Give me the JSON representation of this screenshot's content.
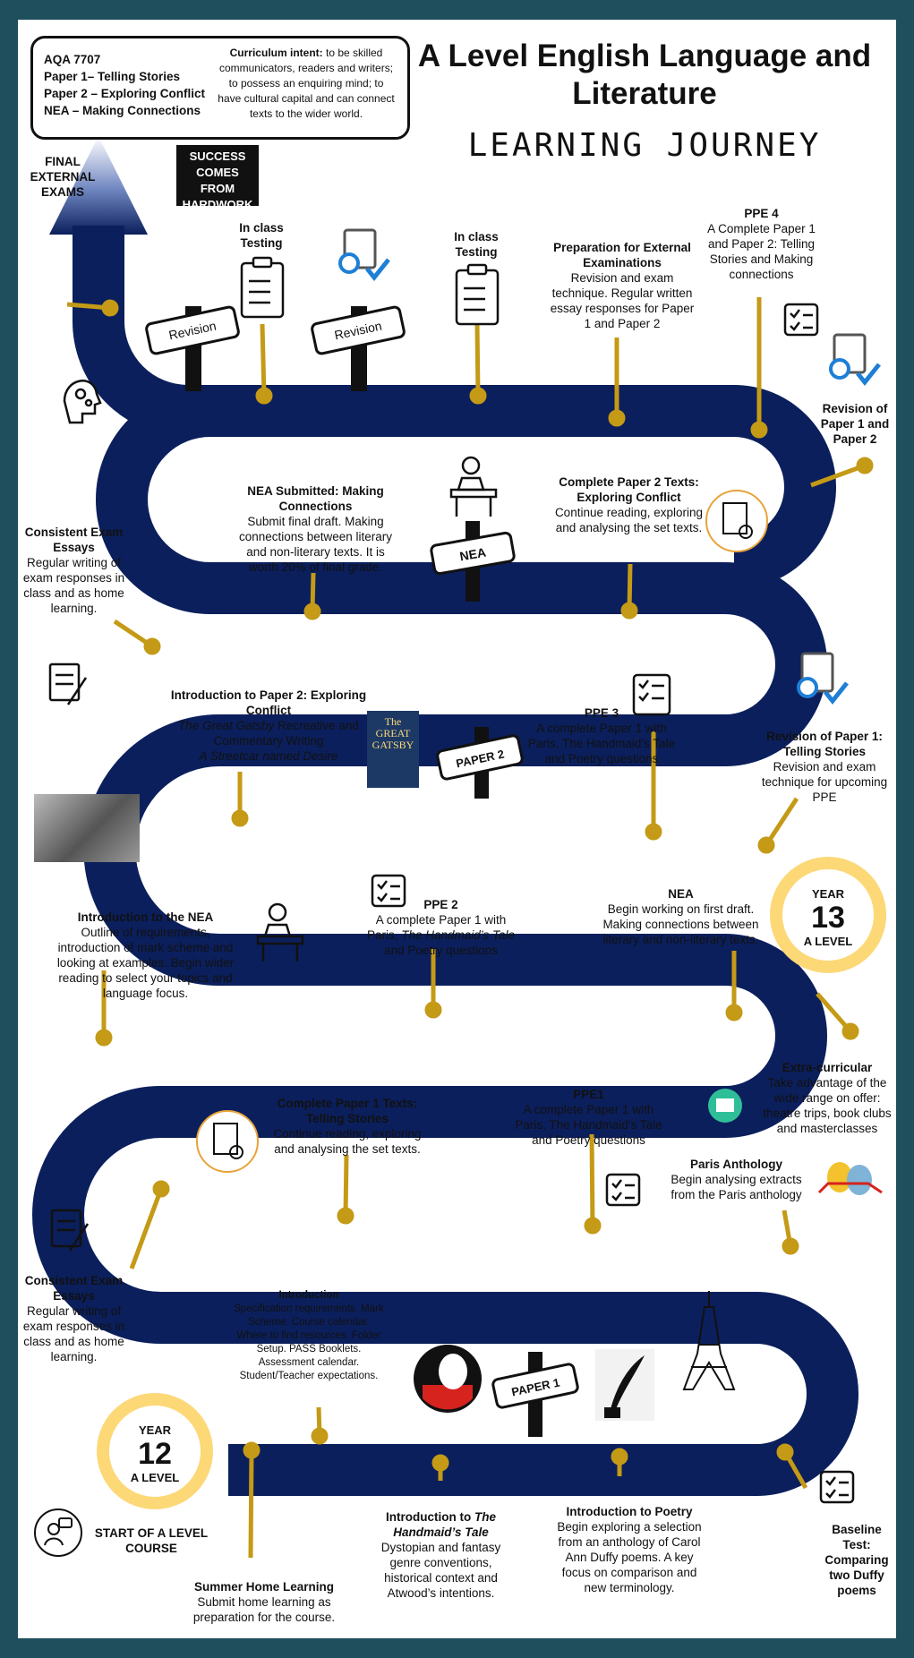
{
  "title": "A Level English Language and Literature",
  "subtitle": "LEARNING JOURNEY",
  "info": {
    "spec": "AQA 7707",
    "paper1": "Paper 1– Telling Stories",
    "paper2": "Paper 2 – Exploring Conflict",
    "nea": "NEA – Making Connections",
    "intent_label": "Curriculum intent:",
    "intent_text": "to be skilled communicators, readers and writers; to possess an enquiring mind; to have cultural capital and can connect texts to the wider world."
  },
  "poster_text": [
    "SUCCESS COMES",
    "FROM",
    "HARDWORK"
  ],
  "final_exams": "FINAL EXTERNAL EXAMS",
  "signs": {
    "revision1": "Revision",
    "revision2": "Revision",
    "nea": "NEA",
    "paper2": "PAPER 2",
    "paper1": "PAPER 1"
  },
  "badges": {
    "y13": {
      "year": "YEAR",
      "num": "13",
      "level": "A LEVEL"
    },
    "y12": {
      "year": "YEAR",
      "num": "12",
      "level": "A LEVEL"
    }
  },
  "start": "START OF A LEVEL COURSE",
  "book_title": "The GREAT GATSBY",
  "milestones": {
    "inclass1": {
      "title": "In class Testing"
    },
    "inclass2": {
      "title": "In class Testing"
    },
    "prep_external": {
      "title": "Preparation for External Examinations",
      "text": "Revision and exam technique. Regular written essay responses for Paper 1 and Paper 2"
    },
    "ppe4": {
      "title": "PPE 4",
      "text": "A Complete Paper 1 and Paper 2: Telling Stories and Making connections"
    },
    "revision_p1p2": {
      "title": "Revision of Paper 1 and Paper 2"
    },
    "nea_submitted": {
      "title": "NEA Submitted: Making Connections",
      "text": "Submit final draft. Making connections between literary and non-literary texts. It is worth 20% of final grade."
    },
    "complete_p2": {
      "title": "Complete Paper 2 Texts: Exploring Conflict",
      "text": "Continue reading, exploring and analysing the set texts."
    },
    "exam_essays1": {
      "title": "Consistent Exam Essays",
      "text": "Regular writing of exam responses in class and as home learning."
    },
    "intro_p2": {
      "title": "Introduction to Paper 2: Exploring Conflict",
      "line1": "The Great Gatsby",
      "line1b": " Recreative and Commentary Writing",
      "line2": "A Streetcar named Desire"
    },
    "ppe3": {
      "title": "PPE 3",
      "text": "A complete Paper 1 with Paris, The Handmaid’s Tale and Poetry questions"
    },
    "revision_p1": {
      "title": "Revision of Paper 1: Telling Stories",
      "text": "Revision and exam technique for upcoming PPE"
    },
    "intro_nea": {
      "title": "Introduction to the NEA",
      "text": "Outline of requirements, introduction of mark scheme and looking at examples. Begin wider reading to select your topics and language focus."
    },
    "ppe2": {
      "title": "PPE 2",
      "pre": "A complete Paper 1 with Paris, ",
      "it": "The Handmaid’s Tale",
      "post": " and Poetry questions"
    },
    "nea_begin": {
      "title": "NEA",
      "text": "Begin working on first draft. Making connections between literary and non-literary texts."
    },
    "extra": {
      "title": "Extra-curricular",
      "text": "Take advantage of the wide range on offer: theatre trips, book clubs and masterclasses"
    },
    "complete_p1": {
      "title": "Complete Paper 1 Texts: Telling Stories",
      "text": "Continue reading, exploring and analysing the set texts."
    },
    "ppe1": {
      "title": "PPE1",
      "text": "A complete Paper 1 with Paris, The Handmaid’s Tale and Poetry questions"
    },
    "paris": {
      "title": "Paris Anthology",
      "text": "Begin analysing extracts from the Paris anthology"
    },
    "exam_essays2": {
      "title": "Consistent Exam Essays",
      "text": "Regular writing of exam responses in class and as home learning."
    },
    "introduction": {
      "title": "Introduction",
      "text": "Specification requirements. Mark Scheme. Course calendar. Where to find resources. Folder Setup. PASS Booklets. Assessment calendar. Student/Teacher expectations."
    },
    "summer": {
      "title": "Summer Home Learning",
      "text": "Submit home learning as preparation for the course."
    },
    "intro_handmaid": {
      "title_pre": "Introduction to ",
      "title_it": "The Handmaid’s Tale",
      "text": "Dystopian and fantasy genre conventions, historical context and Atwood’s intentions."
    },
    "intro_poetry": {
      "title": "Introduction to Poetry",
      "text": "Begin exploring a selection from an anthology of Carol Ann Duffy poems. A key focus on comparison and new terminology."
    },
    "baseline": {
      "title": "Baseline Test: Comparing two Duffy poems"
    }
  },
  "colors": {
    "road": "#0b1f5c",
    "pin": "#c49a16",
    "badge": "#fcd877",
    "border": "#1f4f5c"
  }
}
